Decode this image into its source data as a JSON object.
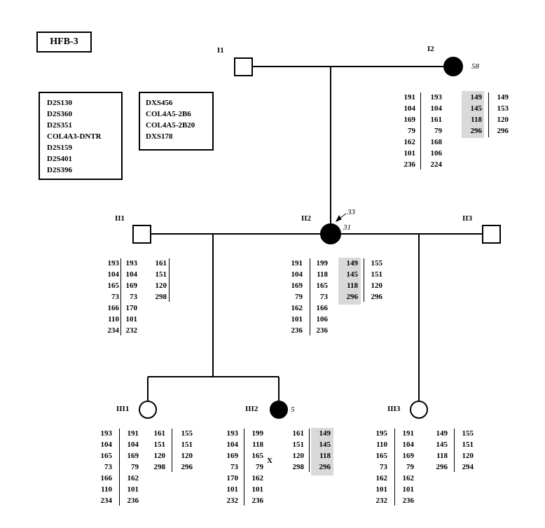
{
  "pedigree_id": "HFB-3",
  "marker_panels": {
    "chr2": [
      "D2S130",
      "D2S360",
      "D2S351",
      "COL4A3-DNTR",
      "D2S159",
      "D2S401",
      "D2S396"
    ],
    "chrX": [
      "DXS456",
      "COL4A5-2B6",
      "COL4A5-2B20",
      "DXS178"
    ]
  },
  "individuals": {
    "I1": {
      "label": "I1",
      "sex": "male",
      "affected": false
    },
    "I2": {
      "label": "I2",
      "sex": "female",
      "affected": true,
      "age": "58",
      "haplotypes": [
        [
          "191",
          "104",
          "169",
          "79",
          "162",
          "101",
          "236"
        ],
        [
          "193",
          "104",
          "161",
          "79",
          "168",
          "106",
          "224"
        ],
        [
          "149",
          "145",
          "118",
          "296"
        ],
        [
          "149",
          "153",
          "120",
          "296"
        ]
      ]
    },
    "II1": {
      "label": "II1",
      "sex": "male",
      "affected": false,
      "haplotypes": [
        [
          "193",
          "104",
          "165",
          "73",
          "166",
          "110",
          "234"
        ],
        [
          "193",
          "104",
          "169",
          "73",
          "170",
          "101",
          "232"
        ],
        [
          "161",
          "151",
          "120",
          "298"
        ]
      ]
    },
    "II2": {
      "label": "II2",
      "sex": "female",
      "affected": true,
      "age": "31",
      "proband_age": "33",
      "haplotypes": [
        [
          "191",
          "104",
          "169",
          "79",
          "162",
          "101",
          "236"
        ],
        [
          "199",
          "118",
          "165",
          "73",
          "166",
          "106",
          "236"
        ],
        [
          "149",
          "145",
          "118",
          "296"
        ],
        [
          "155",
          "151",
          "120",
          "296"
        ]
      ]
    },
    "II3": {
      "label": "II3",
      "sex": "male",
      "affected": false
    },
    "III1": {
      "label": "III1",
      "sex": "female",
      "affected": false,
      "haplotypes": [
        [
          "193",
          "104",
          "165",
          "73",
          "166",
          "110",
          "234"
        ],
        [
          "191",
          "104",
          "169",
          "79",
          "162",
          "101",
          "236"
        ],
        [
          "161",
          "151",
          "120",
          "298"
        ],
        [
          "155",
          "151",
          "120",
          "296"
        ]
      ]
    },
    "III2": {
      "label": "III2",
      "sex": "female",
      "affected": true,
      "age": "5",
      "recombination_mark": "X",
      "haplotypes": [
        [
          "193",
          "104",
          "169",
          "73",
          "170",
          "101",
          "232"
        ],
        [
          "199",
          "118",
          "165",
          "79",
          "162",
          "101",
          "236"
        ],
        [
          "161",
          "151",
          "120",
          "298"
        ],
        [
          "149",
          "145",
          "118",
          "296"
        ]
      ]
    },
    "III3": {
      "label": "III3",
      "sex": "female",
      "affected": false,
      "haplotypes": [
        [
          "195",
          "110",
          "165",
          "73",
          "162",
          "101",
          "232"
        ],
        [
          "191",
          "104",
          "169",
          "79",
          "162",
          "101",
          "236"
        ],
        [
          "149",
          "145",
          "118",
          "296"
        ],
        [
          "155",
          "151",
          "120",
          "294"
        ]
      ]
    }
  },
  "colors": {
    "line": "#000000",
    "affected": "#000000",
    "shading": "#d9d9d9"
  }
}
